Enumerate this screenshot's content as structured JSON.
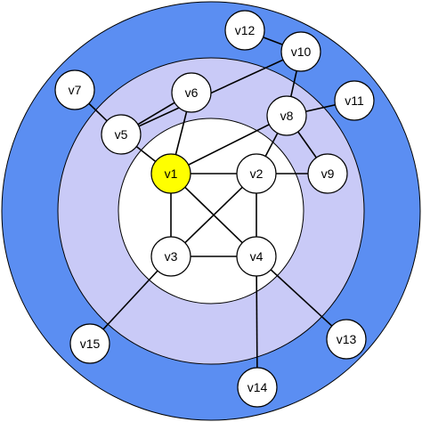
{
  "colors": {
    "outer_ring": "#5b8ef2",
    "middle_ring": "#c9caf7",
    "inner_disk": "#ffffff",
    "ring_stroke": "#000000",
    "node_fill": "#ffffff",
    "node_highlight": "#ffff00",
    "node_stroke": "#000000",
    "edge": "#000000"
  },
  "highlighted_node": "v1",
  "nodes": [
    {
      "id": "v1",
      "label": "v1"
    },
    {
      "id": "v2",
      "label": "v2"
    },
    {
      "id": "v3",
      "label": "v3"
    },
    {
      "id": "v4",
      "label": "v4"
    },
    {
      "id": "v5",
      "label": "v5"
    },
    {
      "id": "v6",
      "label": "v6"
    },
    {
      "id": "v7",
      "label": "v7"
    },
    {
      "id": "v8",
      "label": "v8"
    },
    {
      "id": "v9",
      "label": "v9"
    },
    {
      "id": "v10",
      "label": "v10"
    },
    {
      "id": "v11",
      "label": "v11"
    },
    {
      "id": "v12",
      "label": "v12"
    },
    {
      "id": "v13",
      "label": "v13"
    },
    {
      "id": "v14",
      "label": "v14"
    },
    {
      "id": "v15",
      "label": "v15"
    }
  ],
  "edges": [
    [
      "v1",
      "v2"
    ],
    [
      "v1",
      "v3"
    ],
    [
      "v1",
      "v4"
    ],
    [
      "v1",
      "v6"
    ],
    [
      "v1",
      "v5"
    ],
    [
      "v1",
      "v8"
    ],
    [
      "v2",
      "v3"
    ],
    [
      "v2",
      "v4"
    ],
    [
      "v2",
      "v8"
    ],
    [
      "v2",
      "v9"
    ],
    [
      "v3",
      "v4"
    ],
    [
      "v3",
      "v15"
    ],
    [
      "v4",
      "v13"
    ],
    [
      "v4",
      "v14"
    ],
    [
      "v5",
      "v7"
    ],
    [
      "v5",
      "v6"
    ],
    [
      "v5",
      "v10"
    ],
    [
      "v8",
      "v10"
    ],
    [
      "v8",
      "v11"
    ],
    [
      "v8",
      "v9"
    ],
    [
      "v10",
      "v12"
    ]
  ]
}
